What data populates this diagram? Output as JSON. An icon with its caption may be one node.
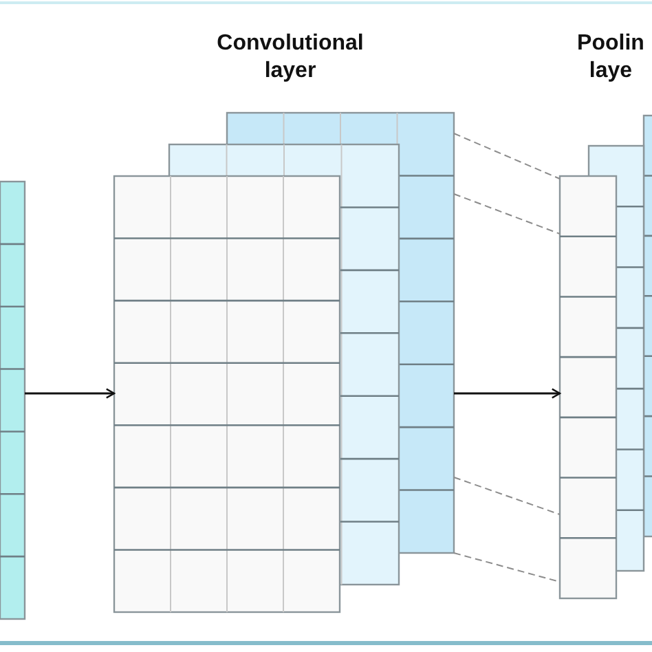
{
  "diagram": {
    "nodes": [
      {
        "text": [],
        "shape": "bar"
      },
      {
        "text": [
          "Convolutional layer"
        ]
      },
      {
        "text": [
          "Poolin laye"
        ]
      }
    ],
    "edges": [
      {
        "from": 0,
        "to": 1,
        "arrow": "to",
        "color": "#111111"
      },
      {
        "from": 1,
        "to": 2,
        "arrow": "to",
        "color": "#111111"
      },
      {
        "from": 1,
        "to": 2,
        "arrow": "none",
        "style": "dashed"
      },
      {
        "from": 1,
        "to": 2,
        "arrow": "none",
        "style": "dashed"
      },
      {
        "from": 1,
        "to": 2,
        "arrow": "none",
        "style": "dashed"
      },
      {
        "from": 1,
        "to": 2,
        "arrow": "none",
        "style": "dashed"
      }
    ]
  }
}
